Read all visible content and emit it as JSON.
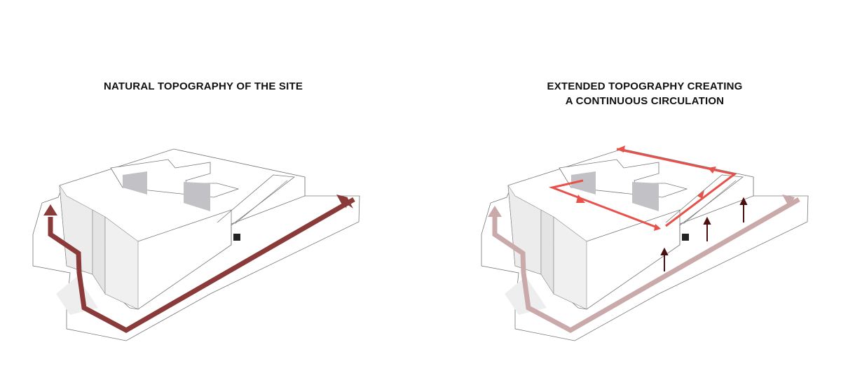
{
  "panels": [
    {
      "title": "NATURAL TOPOGRAPHY OF THE SITE",
      "description": "Isometric massing of building on sloped site with single dark red circulation arrow wrapping around the base",
      "colors": {
        "arrow": "#8b3a3a",
        "outline": "#666666",
        "shade": "#b8b8bc"
      }
    },
    {
      "title_line1": "EXTENDED TOPOGRAPHY CREATING",
      "title_line2": "A CONTINUOUS CIRCULATION",
      "description": "Same massing with faded base arrow, bright red rooftop circulation loop and dark vertical connection arrows",
      "colors": {
        "base_arrow": "#c9a9a9",
        "roof_arrow": "#e8504a",
        "vertical_arrow": "#4a1010"
      }
    }
  ]
}
